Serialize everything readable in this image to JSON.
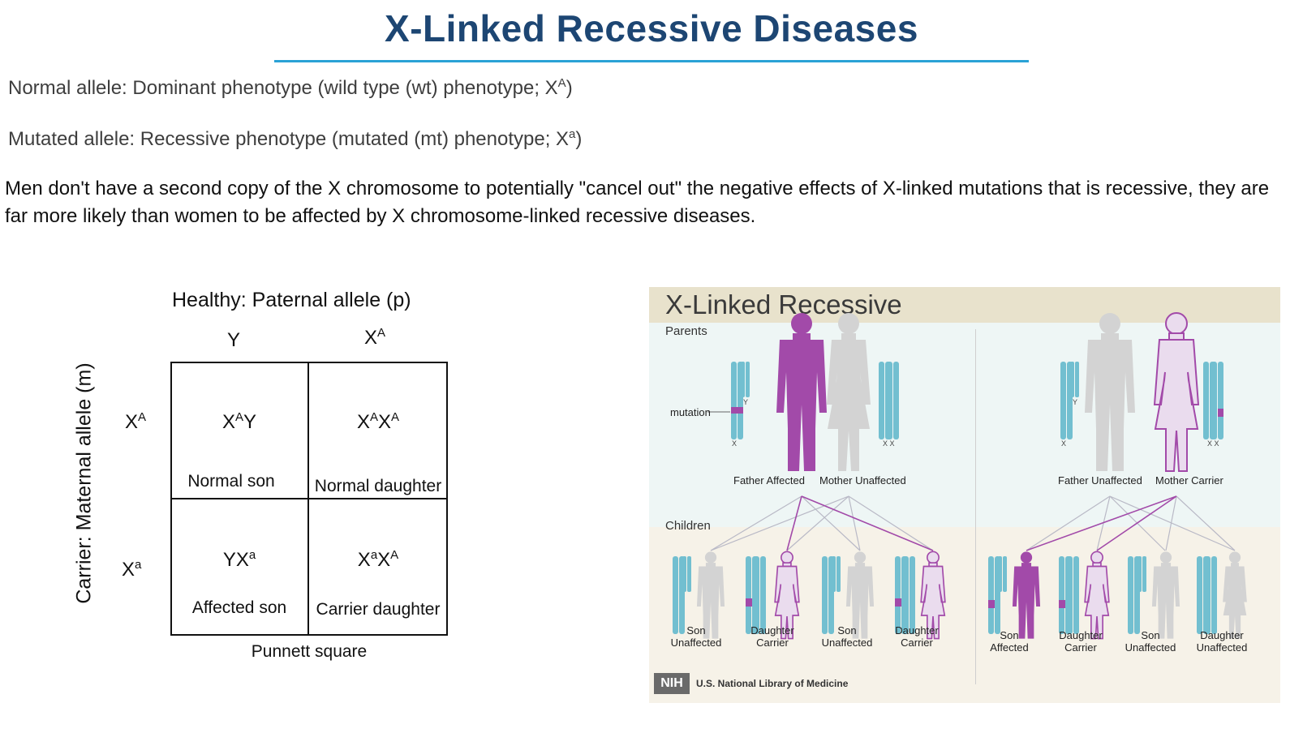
{
  "slide": {
    "title": "X-Linked Recessive Diseases",
    "normal_allele": "Normal allele: Dominant phenotype (wild type (wt) phenotype; X",
    "normal_allele_sup": "A",
    "normal_allele_end": ")",
    "mutated_allele": "Mutated allele: Recessive phenotype (mutated (mt) phenotype; X",
    "mutated_allele_sup": "a",
    "mutated_allele_end": ")",
    "explanation": "Men don't have a second copy of the X chromosome to potentially \"cancel out\" the negative effects of X-linked mutations that is recessive, they are far more likely than women to be affected by X chromosome-linked recessive diseases."
  },
  "punnett": {
    "heading": "Healthy: Paternal allele (p)",
    "col1_base": "Y",
    "col2_base": "X",
    "col2_sup": "A",
    "side_label": "Carrier: Maternal allele (m)",
    "row1_base": "X",
    "row1_sup": "A",
    "row2_base": "X",
    "row2_sup": "a",
    "cells": [
      {
        "g1": "X",
        "s1": "A",
        "g2": "Y",
        "s2": "",
        "phenotype": "Normal son"
      },
      {
        "g1": "X",
        "s1": "A",
        "g2": "X",
        "s2": "A",
        "phenotype": "Normal daughter"
      },
      {
        "g1": "Y",
        "s1": "",
        "g2": "X",
        "s2": "a",
        "phenotype": "Affected son"
      },
      {
        "g1": "X",
        "s1": "a",
        "g2": "X",
        "s2": "A",
        "phenotype": "Carrier daughter"
      }
    ],
    "caption": "Punnett square"
  },
  "figure": {
    "title": "X-Linked Recessive",
    "parents_label": "Parents",
    "children_label": "Children",
    "mutation_label": "mutation",
    "left_parents": [
      "Father Affected",
      "Mother Unaffected"
    ],
    "right_parents": [
      "Father Unaffected",
      "Mother Carrier"
    ],
    "left_children": [
      {
        "line1": "Son",
        "line2": "Unaffected"
      },
      {
        "line1": "Daughter",
        "line2": "Carrier"
      },
      {
        "line1": "Son",
        "line2": "Unaffected"
      },
      {
        "line1": "Daughter",
        "line2": "Carrier"
      }
    ],
    "right_children": [
      {
        "line1": "Son",
        "line2": "Affected"
      },
      {
        "line1": "Daughter",
        "line2": "Carrier"
      },
      {
        "line1": "Son",
        "line2": "Unaffected"
      },
      {
        "line1": "Daughter",
        "line2": "Unaffected"
      }
    ],
    "chrom_y": "Y",
    "chrom_x": "X",
    "chrom_xx": "X X",
    "source_badge": "NIH",
    "source_text": "U.S. National Library of Medicine",
    "colors": {
      "affected": "#a24aa9",
      "unaffected": "#d3d3d3",
      "chromosome": "#72bfd0",
      "mutation": "#a24aa9"
    }
  }
}
